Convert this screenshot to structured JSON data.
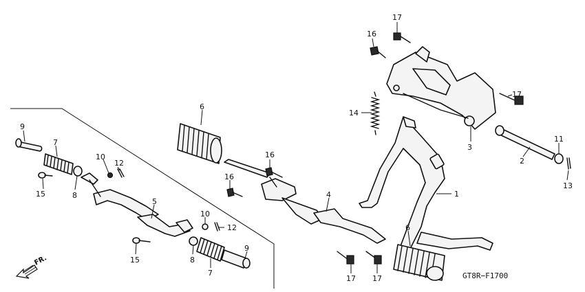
{
  "diagram": {
    "code": "GT8R−F1700",
    "direction_label": "FR.",
    "callouts": [
      {
        "id": "c1",
        "text": "1"
      },
      {
        "id": "c2",
        "text": "2"
      },
      {
        "id": "c3",
        "text": "3"
      },
      {
        "id": "c4",
        "text": "4"
      },
      {
        "id": "c5",
        "text": "5"
      },
      {
        "id": "c6a",
        "text": "6"
      },
      {
        "id": "c6b",
        "text": "6"
      },
      {
        "id": "c7a",
        "text": "7"
      },
      {
        "id": "c7b",
        "text": "7"
      },
      {
        "id": "c8a",
        "text": "8"
      },
      {
        "id": "c8b",
        "text": "8"
      },
      {
        "id": "c9a",
        "text": "9"
      },
      {
        "id": "c9b",
        "text": "9"
      },
      {
        "id": "c10a",
        "text": "10"
      },
      {
        "id": "c10b",
        "text": "10"
      },
      {
        "id": "c11",
        "text": "11"
      },
      {
        "id": "c12a",
        "text": "12"
      },
      {
        "id": "c12b",
        "text": "12"
      },
      {
        "id": "c13",
        "text": "13"
      },
      {
        "id": "c14",
        "text": "14"
      },
      {
        "id": "c15a",
        "text": "15"
      },
      {
        "id": "c15b",
        "text": "15"
      },
      {
        "id": "c16a",
        "text": "16"
      },
      {
        "id": "c16b",
        "text": "16"
      },
      {
        "id": "c16c",
        "text": "16"
      },
      {
        "id": "c17a",
        "text": "17"
      },
      {
        "id": "c17b",
        "text": "17"
      },
      {
        "id": "c17c",
        "text": "17"
      },
      {
        "id": "c17d",
        "text": "17"
      }
    ]
  }
}
